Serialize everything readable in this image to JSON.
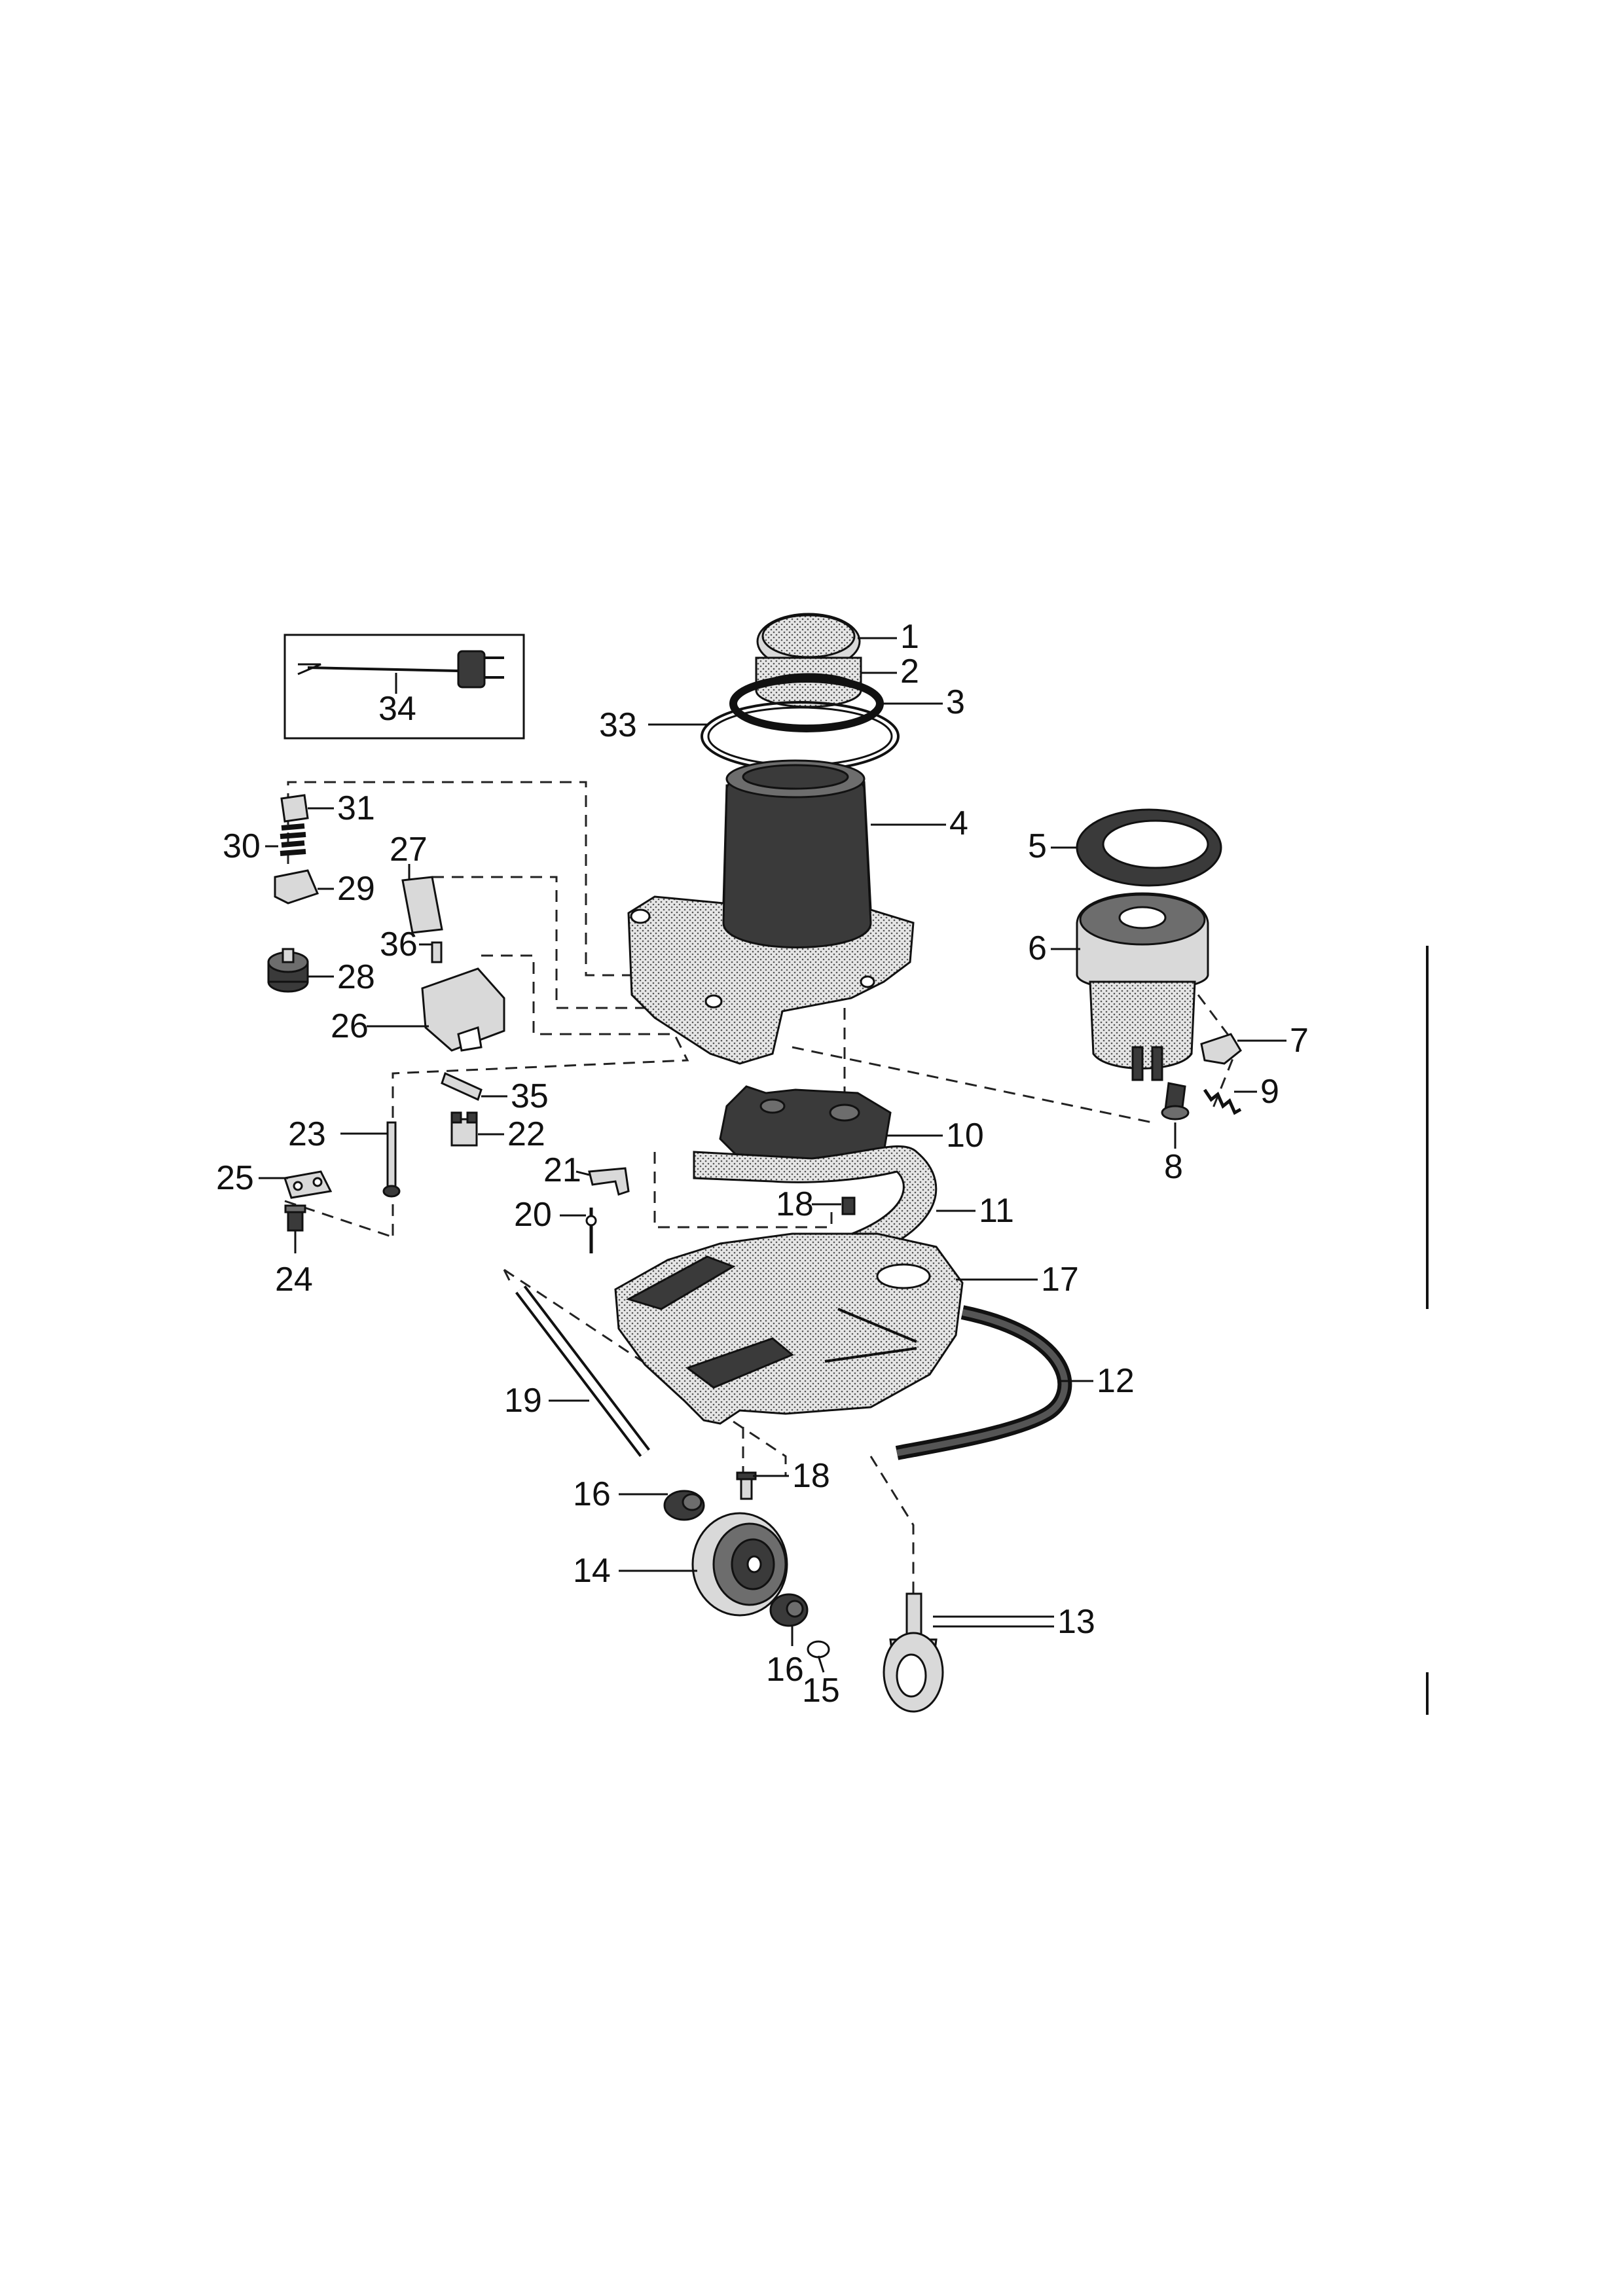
{
  "diagram": {
    "parts": [
      {
        "key": "p1",
        "label": "1"
      },
      {
        "key": "p2",
        "label": "2"
      },
      {
        "key": "p3",
        "label": "3"
      },
      {
        "key": "p4",
        "label": "4"
      },
      {
        "key": "p5",
        "label": "5"
      },
      {
        "key": "p6",
        "label": "6"
      },
      {
        "key": "p7",
        "label": "7"
      },
      {
        "key": "p8",
        "label": "8"
      },
      {
        "key": "p9",
        "label": "9"
      },
      {
        "key": "p10",
        "label": "10"
      },
      {
        "key": "p11",
        "label": "11"
      },
      {
        "key": "p12",
        "label": "12"
      },
      {
        "key": "p13",
        "label": "13"
      },
      {
        "key": "p14",
        "label": "14"
      },
      {
        "key": "p15",
        "label": "15"
      },
      {
        "key": "p16a",
        "label": "16"
      },
      {
        "key": "p16b",
        "label": "16"
      },
      {
        "key": "p17",
        "label": "17"
      },
      {
        "key": "p18a",
        "label": "18"
      },
      {
        "key": "p18b",
        "label": "18"
      },
      {
        "key": "p19",
        "label": "19"
      },
      {
        "key": "p20",
        "label": "20"
      },
      {
        "key": "p21",
        "label": "21"
      },
      {
        "key": "p22",
        "label": "22"
      },
      {
        "key": "p23",
        "label": "23"
      },
      {
        "key": "p24",
        "label": "24"
      },
      {
        "key": "p25",
        "label": "25"
      },
      {
        "key": "p26",
        "label": "26"
      },
      {
        "key": "p27",
        "label": "27"
      },
      {
        "key": "p28",
        "label": "28"
      },
      {
        "key": "p29",
        "label": "29"
      },
      {
        "key": "p30",
        "label": "30"
      },
      {
        "key": "p31",
        "label": "31"
      },
      {
        "key": "p33",
        "label": "33"
      },
      {
        "key": "p34",
        "label": "34"
      },
      {
        "key": "p35",
        "label": "35"
      },
      {
        "key": "p36",
        "label": "36"
      }
    ]
  }
}
